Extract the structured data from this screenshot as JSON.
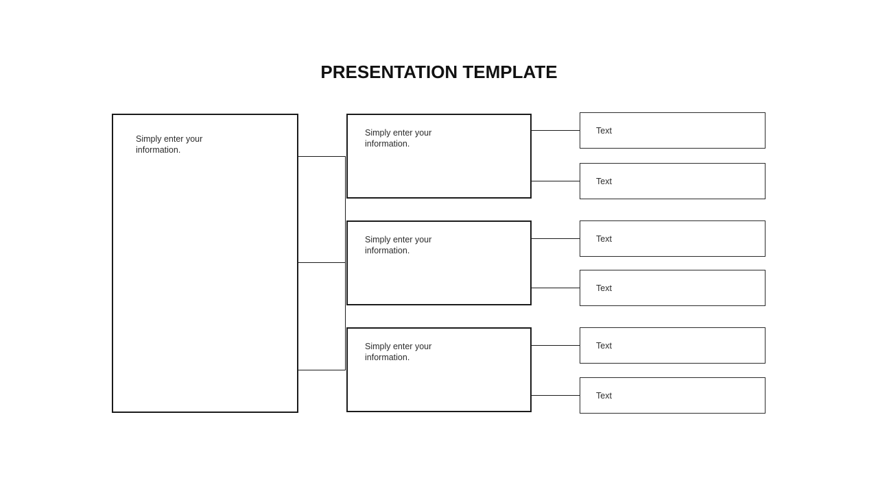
{
  "title": "PRESENTATION TEMPLATE",
  "left_box": {
    "text": "Simply enter your\ninformation."
  },
  "middle_boxes": [
    {
      "text": "Simply enter your\ninformation."
    },
    {
      "text": "Simply enter your\ninformation."
    },
    {
      "text": "Simply enter your\ninformation."
    }
  ],
  "right_boxes": [
    {
      "label": "Text"
    },
    {
      "label": "Text"
    },
    {
      "label": "Text"
    },
    {
      "label": "Text"
    },
    {
      "label": "Text"
    },
    {
      "label": "Text"
    }
  ],
  "colors": {
    "background": "#ffffff",
    "line": "#1a1a1a",
    "text": "#2b2b2b",
    "title": "#111111"
  }
}
